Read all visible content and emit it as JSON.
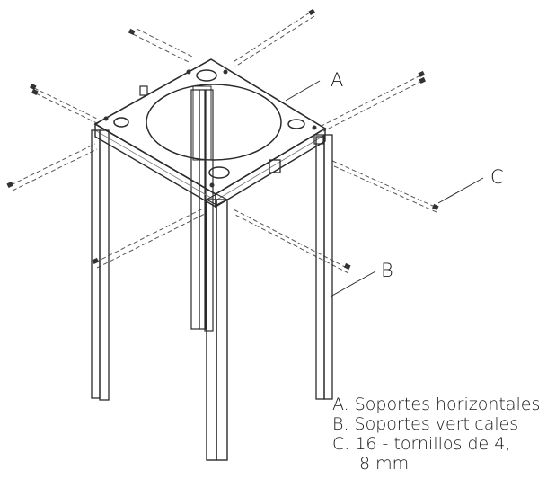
{
  "callouts": {
    "a": "A",
    "b": "B",
    "c": "C"
  },
  "legend": {
    "line1": "A. Soportes horizontales",
    "line2": "B.  Soportes verticales",
    "line3": "C.  16 - tornillos de 4,",
    "line4": "8 mm"
  }
}
